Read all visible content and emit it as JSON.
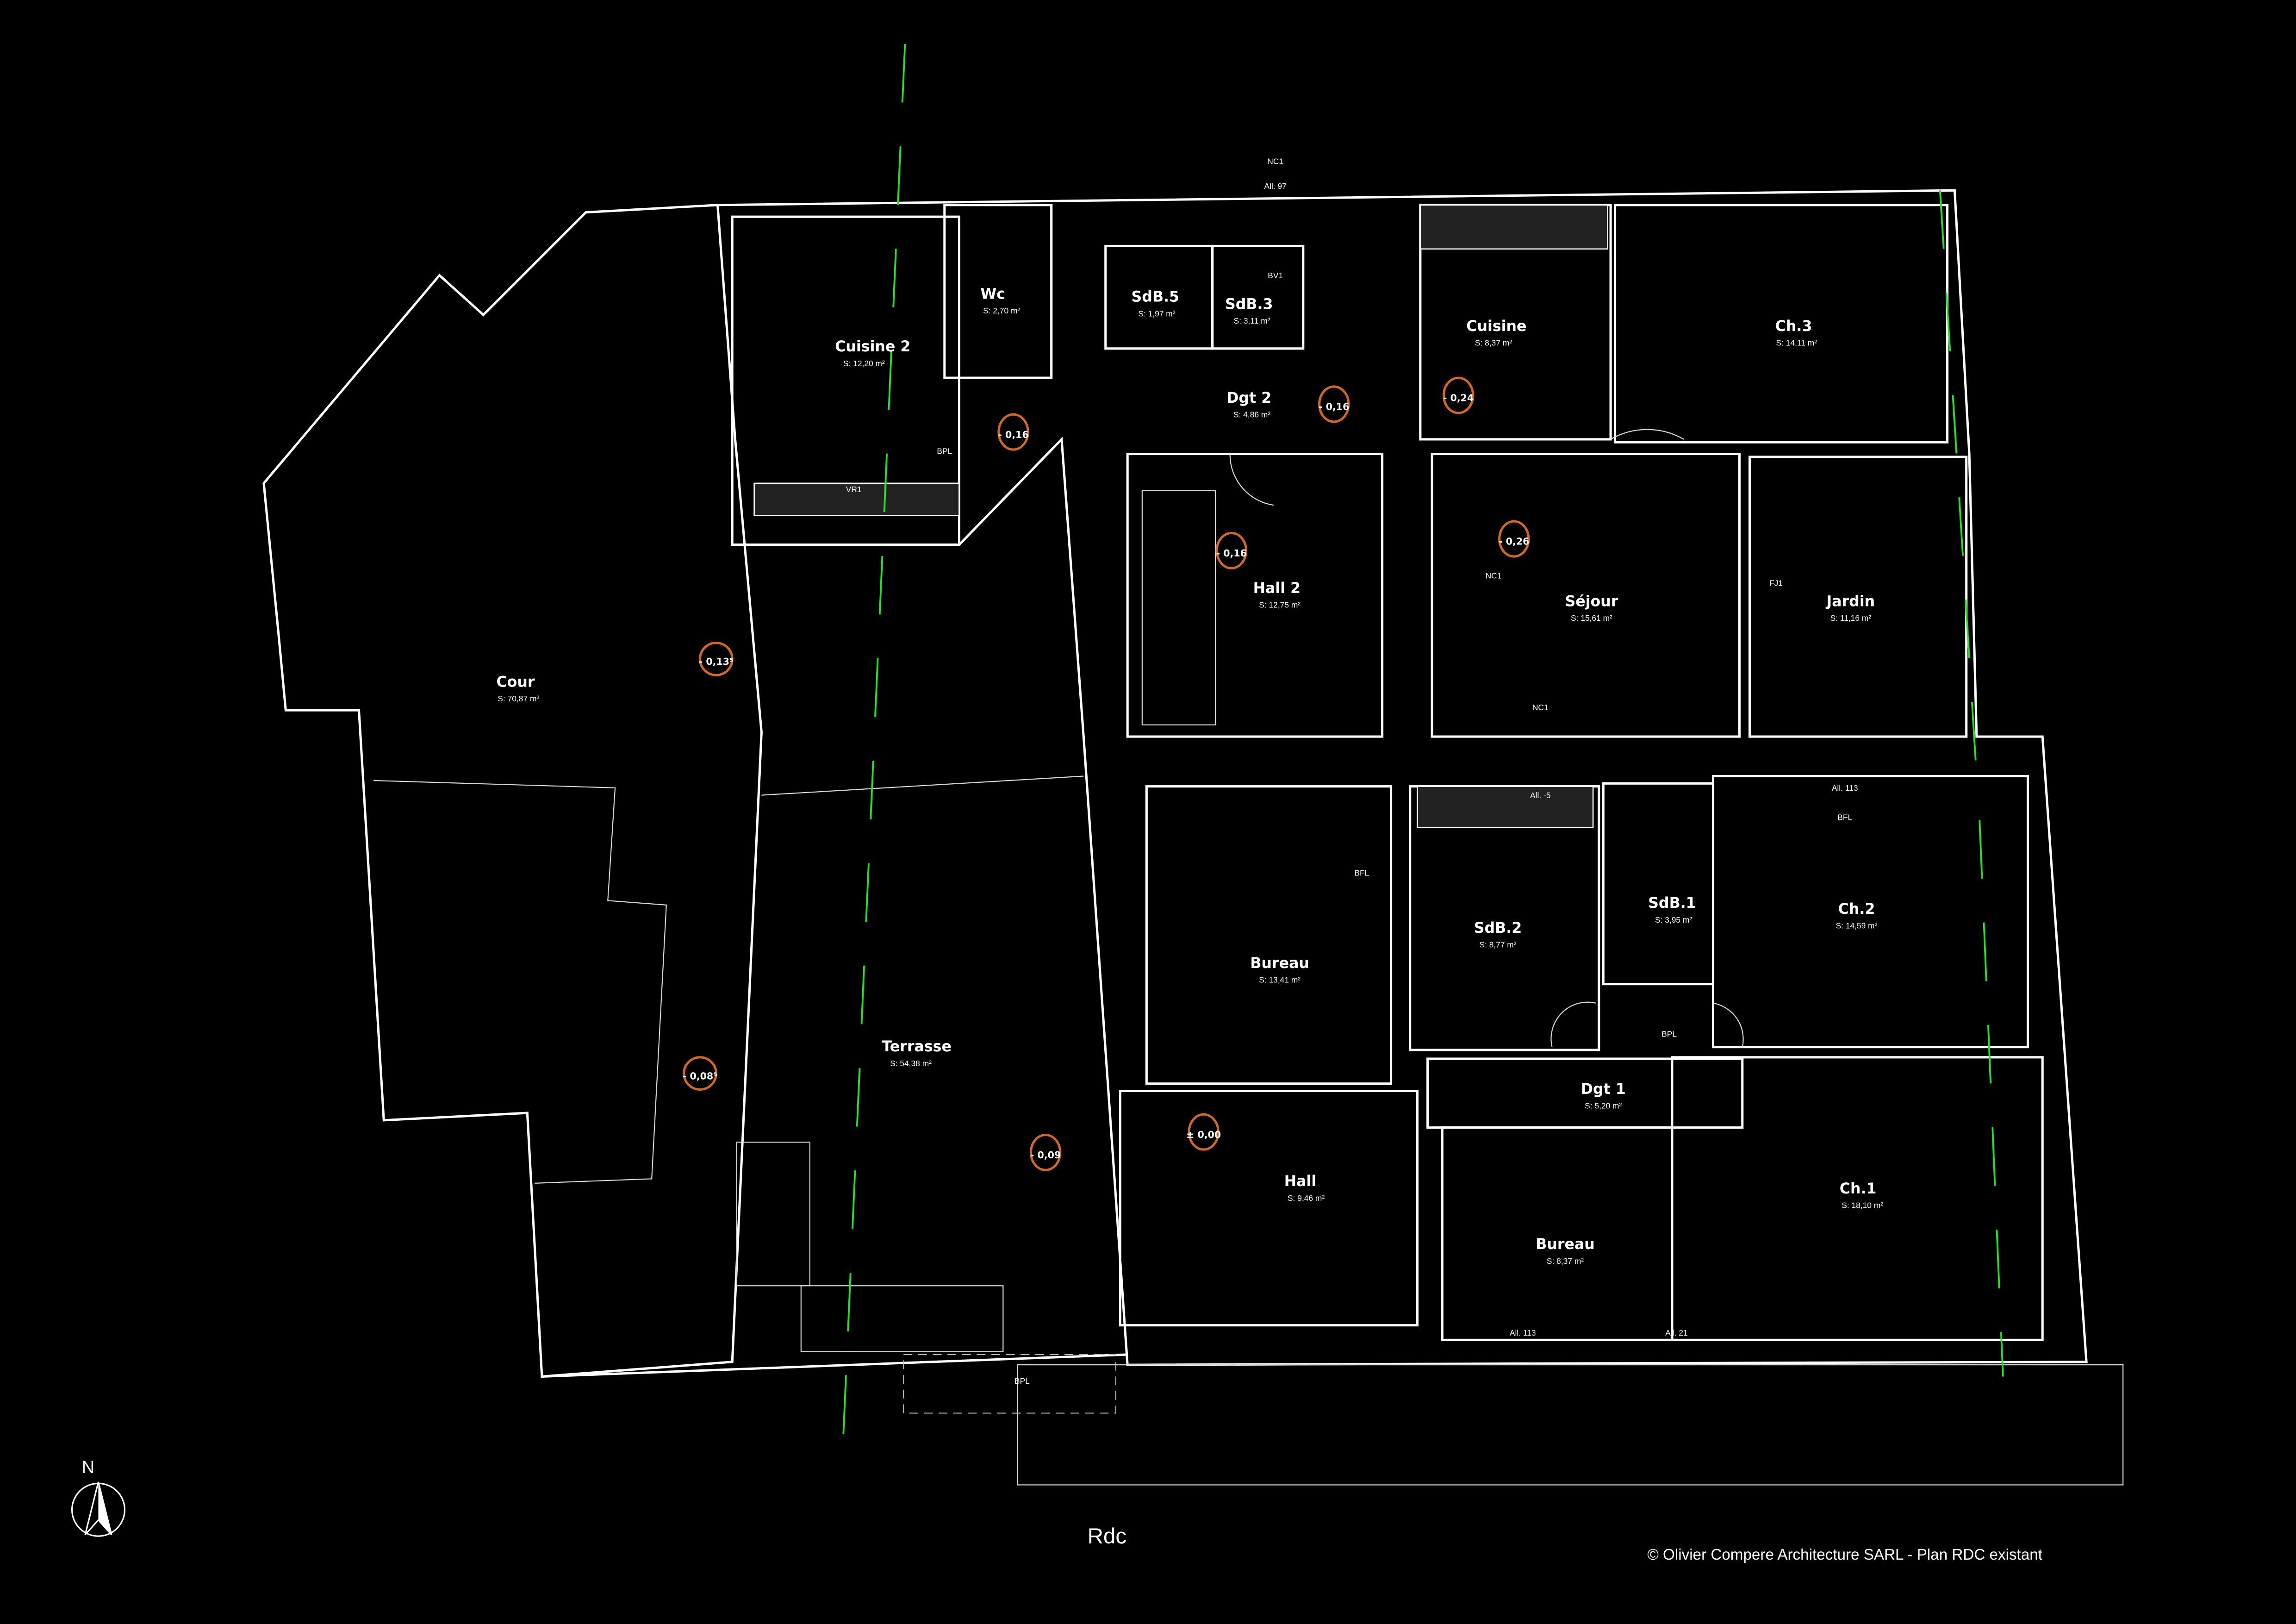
{
  "plan": {
    "title": "Rdc",
    "copyright": "© Olivier Compere Architecture SARL - Plan RDC existant",
    "north_label": "N",
    "accent_color": "#d2691e"
  },
  "rooms": [
    {
      "name": "Cuisine 2",
      "area": "S: 12,20 m²"
    },
    {
      "name": "Wc",
      "area": "S: 2,70 m²"
    },
    {
      "name": "SdB.5",
      "area": "S: 1,97 m²"
    },
    {
      "name": "SdB.3",
      "area": "S: 3,11 m²"
    },
    {
      "name": "Cuisine",
      "area": "S: 8,37 m²"
    },
    {
      "name": "Ch.3",
      "area": "S: 14,11 m²"
    },
    {
      "name": "Dgt 2",
      "area": "S: 4,86 m²"
    },
    {
      "name": "Hall 2",
      "area": "S: 12,75 m²"
    },
    {
      "name": "Séjour",
      "area": "S: 15,61 m²"
    },
    {
      "name": "Jardin",
      "area": "S: 11,16 m²"
    },
    {
      "name": "Cour",
      "area": "S: 70,87 m²"
    },
    {
      "name": "Terrasse",
      "area": "S: 54,38 m²"
    },
    {
      "name": "Bureau",
      "area": "S: 13,41 m²"
    },
    {
      "name": "SdB.2",
      "area": "S: 8,77 m²"
    },
    {
      "name": "SdB.1",
      "area": "S: 3,95 m²"
    },
    {
      "name": "Ch.2",
      "area": "S: 14,59 m²"
    },
    {
      "name": "Dgt 1",
      "area": "S: 5,20 m²"
    },
    {
      "name": "Hall",
      "area": "S: 9,46 m²"
    },
    {
      "name": "Bureau",
      "area": "S: 8,37 m²"
    },
    {
      "name": "Ch.1",
      "area": "S: 18,10 m²"
    }
  ],
  "levels": [
    "- 0,16",
    "- 0,16",
    "- 0,24",
    "- 0,16",
    "- 0,26",
    "- 0,13⁵",
    "- 0,08⁵",
    "- 0,09",
    "± 0,00"
  ],
  "annotations": [
    "NC1",
    "All. 97",
    "BV1",
    "VR1",
    "BPL",
    "BFL",
    "FJ1",
    "All. -5",
    "All. 113",
    "All. 21",
    "All. 113",
    "BPL",
    "BFL",
    "BPL",
    "NC1",
    "NC1"
  ]
}
